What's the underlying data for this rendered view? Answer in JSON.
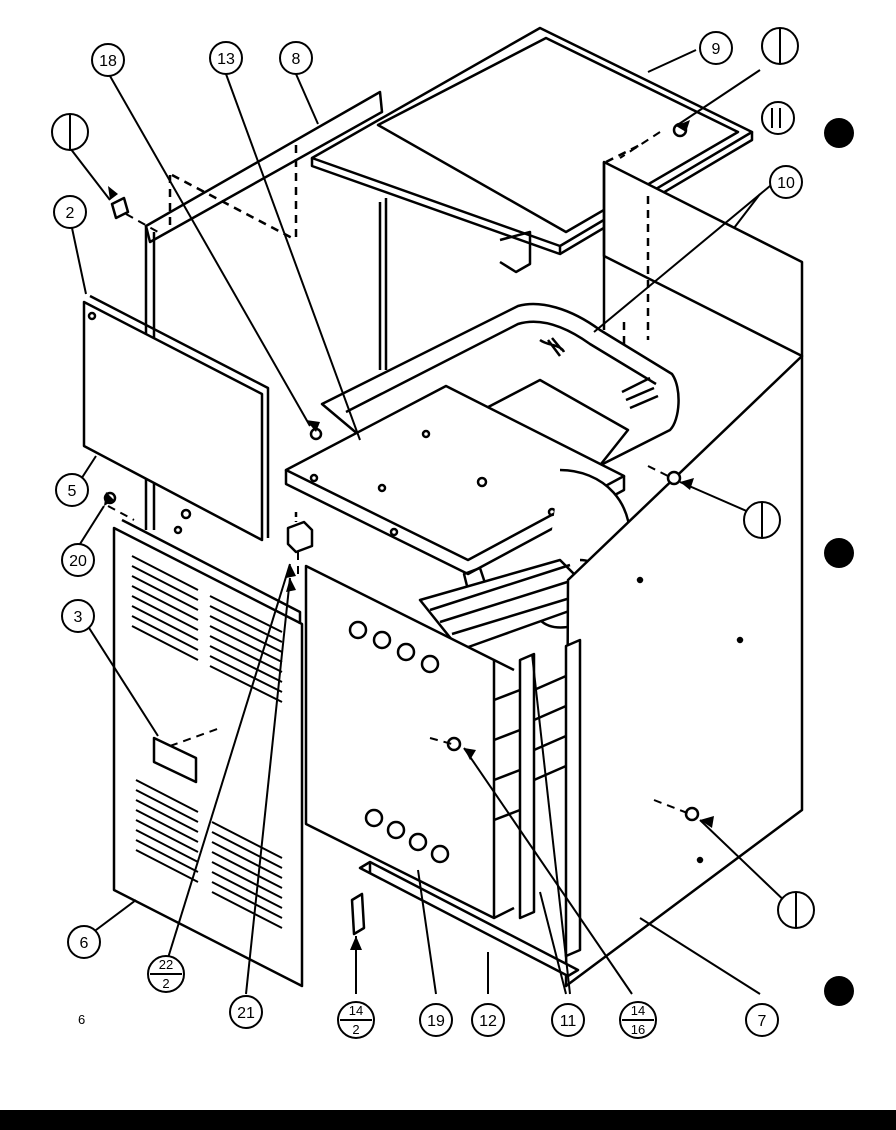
{
  "page_number": "6",
  "callouts": {
    "c18": "18",
    "c13": "13",
    "c8": "8",
    "c9": "9",
    "c10": "10",
    "c2": "2",
    "c5": "5",
    "c20": "20",
    "c3": "3",
    "c6": "6",
    "c21": "21",
    "c19": "19",
    "c12": "12",
    "c11": "11",
    "c7": "7"
  },
  "fraction_callouts": {
    "f22_2": {
      "top": "22",
      "bottom": "2"
    },
    "f14_2": {
      "top": "14",
      "bottom": "2"
    },
    "f14_16": {
      "top": "14",
      "bottom": "16"
    }
  }
}
